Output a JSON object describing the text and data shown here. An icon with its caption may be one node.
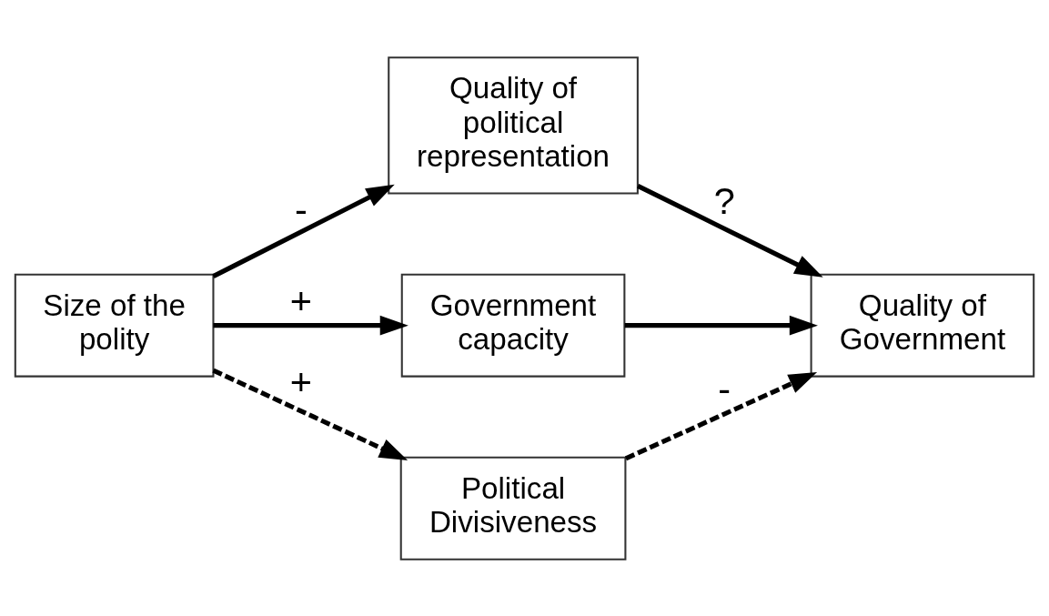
{
  "diagram": {
    "nodes": [
      {
        "text": [
          "Size of the polity"
        ]
      },
      {
        "text": [
          "Quality of political representation"
        ]
      },
      {
        "text": [
          "Government capacity"
        ]
      },
      {
        "text": [
          "Quality of Government"
        ]
      },
      {
        "text": [
          "Political Divisiveness"
        ]
      }
    ],
    "edges": [
      {
        "from": 0,
        "to": 1,
        "arrow": "to",
        "label": "-"
      },
      {
        "from": 0,
        "to": 2,
        "arrow": "to",
        "label": "+"
      },
      {
        "from": 1,
        "to": 3,
        "arrow": "to",
        "label": "?"
      },
      {
        "from": 2,
        "to": 3,
        "arrow": "to"
      },
      {
        "from": 0,
        "to": 4,
        "arrow": "to",
        "label": "+",
        "style": "dashed"
      },
      {
        "from": 4,
        "to": 3,
        "arrow": "to",
        "label": "-",
        "style": "dashed"
      }
    ]
  }
}
